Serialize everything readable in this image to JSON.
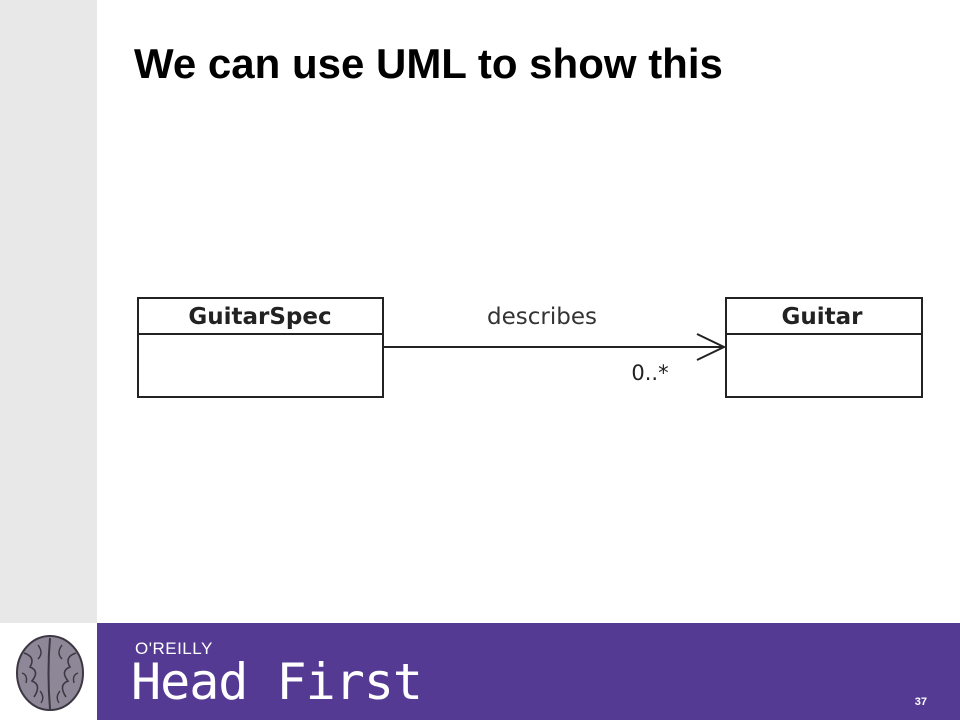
{
  "slide": {
    "title": "We can use UML to show this",
    "page_number": "37"
  },
  "diagram": {
    "classes": [
      {
        "name": "GuitarSpec"
      },
      {
        "name": "Guitar"
      }
    ],
    "association": {
      "label": "describes",
      "multiplicity": "0..*"
    }
  },
  "footer": {
    "publisher": "O'REILLY",
    "series": "Head First"
  },
  "colors": {
    "footer_bar": "#553a94",
    "left_strip": "#e8e8e8"
  }
}
